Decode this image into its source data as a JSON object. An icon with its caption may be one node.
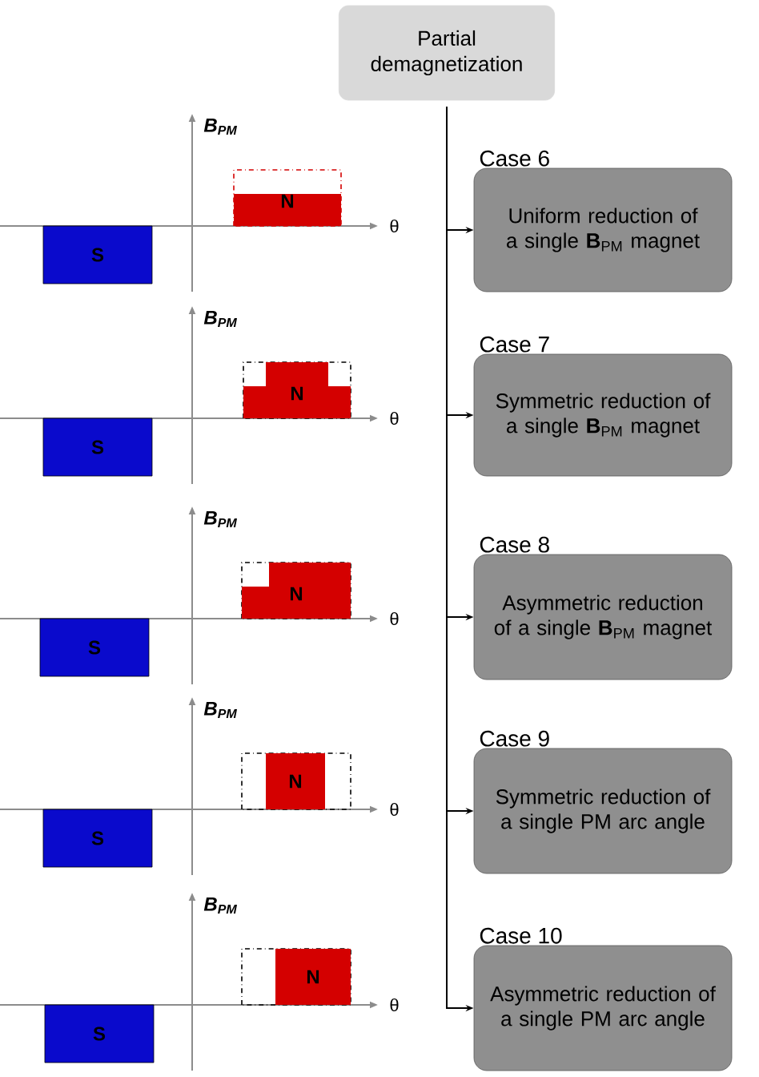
{
  "diagram": {
    "nodes": [
      {
        "text": [
          "Partial demagnetization"
        ]
      },
      {
        "text": [
          "Case 6",
          "Uniform reduction of a single **B**$_{PM}$ magnet"
        ]
      },
      {
        "text": [
          "Case 7",
          "Symmetric reduction of a single **B**$_{PM}$ magnet"
        ]
      },
      {
        "text": [
          "Case 8",
          "Asymmetric reduction of a single **B**$_{PM}$ magnet"
        ]
      },
      {
        "text": [
          "Case 9",
          "Symmetric reduction of a single PM arc angle"
        ]
      },
      {
        "text": [
          "Case 10",
          "Asymmetric reduction of a single PM arc angle"
        ]
      },
      {
        "text": [
          "S"
        ]
      },
      {
        "text": [
          "N"
        ]
      },
      {
        "text": [
          "S"
        ]
      },
      {
        "text": [
          "N"
        ]
      },
      {
        "text": [
          "S"
        ]
      },
      {
        "text": [
          "N"
        ]
      },
      {
        "text": [
          "S"
        ]
      },
      {
        "text": [
          "N"
        ]
      },
      {
        "text": [
          "S"
        ]
      },
      {
        "text": [
          "N"
        ]
      }
    ],
    "edges": [
      {
        "from": 0,
        "to": 1,
        "arrow": "to"
      },
      {
        "from": 0,
        "to": 2,
        "arrow": "to"
      },
      {
        "from": 0,
        "to": 3,
        "arrow": "to"
      },
      {
        "from": 0,
        "to": 4,
        "arrow": "to"
      },
      {
        "from": 0,
        "to": 5,
        "arrow": "to"
      }
    ],
    "labels": [
      "B$_{PM}$",
      "θ",
      "B$_{PM}$",
      "θ",
      "B$_{PM}$",
      "θ",
      "B$_{PM}$",
      "θ",
      "B$_{PM}$",
      "θ"
    ]
  }
}
